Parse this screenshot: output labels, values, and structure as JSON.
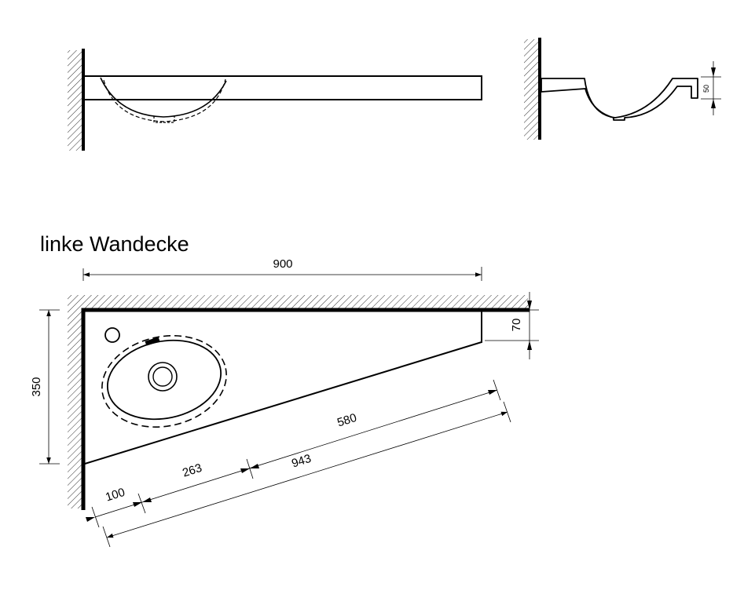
{
  "title": "linke Wandecke",
  "dimensions": {
    "width_900": "900",
    "depth_350": "350",
    "back_70": "70",
    "rim_50": "50",
    "edge_100": "100",
    "edge_263": "263",
    "edge_580": "580",
    "edge_943": "943"
  }
}
